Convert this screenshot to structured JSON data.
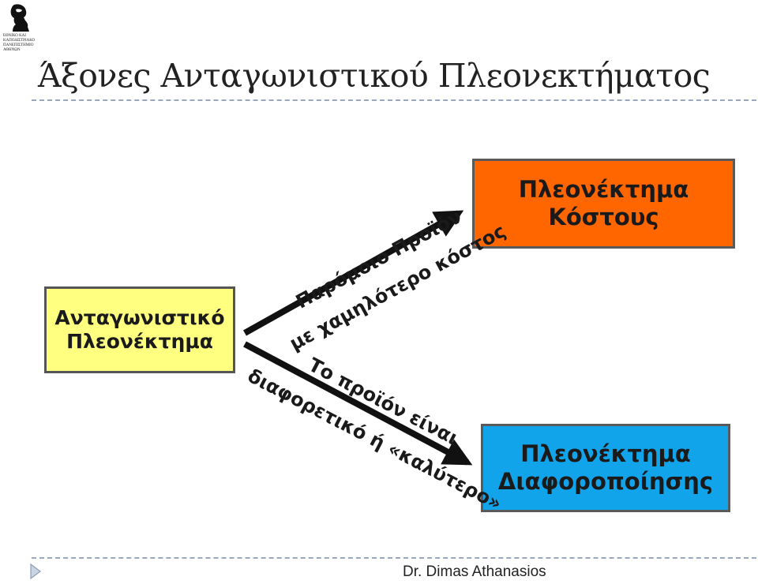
{
  "logo": {
    "text": "ΕΘΝΙΚΟ ΚΑΙ\nΚΑΠΟΔΙΣΤΡΙΑΚΟ\nΠΑΝΕΠΙΣΤΗΜΙΟ\nΑΘΗΝΩΝ",
    "icon": "athena-head-icon"
  },
  "slide": {
    "title": "Άξονες Ανταγωνιστικού Πλεονεκτήματος",
    "footer": "Dr. Dimas Athanasios"
  },
  "diagram": {
    "center": {
      "line1": "Ανταγωνιστικό",
      "line2": "Πλεονέκτημα",
      "fill": "#ffff80"
    },
    "cost": {
      "line1": "Πλεονέκτημα",
      "line2": "Κόστους",
      "fill": "#ff6600"
    },
    "differentiation": {
      "line1": "Πλεονέκτημα",
      "line2": "Διαφοροποίησης",
      "fill": "#12a4eb"
    },
    "upper_arrow": {
      "line1": "Παρόμοιο Προϊόν",
      "line2": "με χαμηλότερο κόστος"
    },
    "lower_arrow": {
      "line1": "Το προϊόν είναι",
      "line2": "διαφορετικό ή «καλύτερο»"
    }
  }
}
